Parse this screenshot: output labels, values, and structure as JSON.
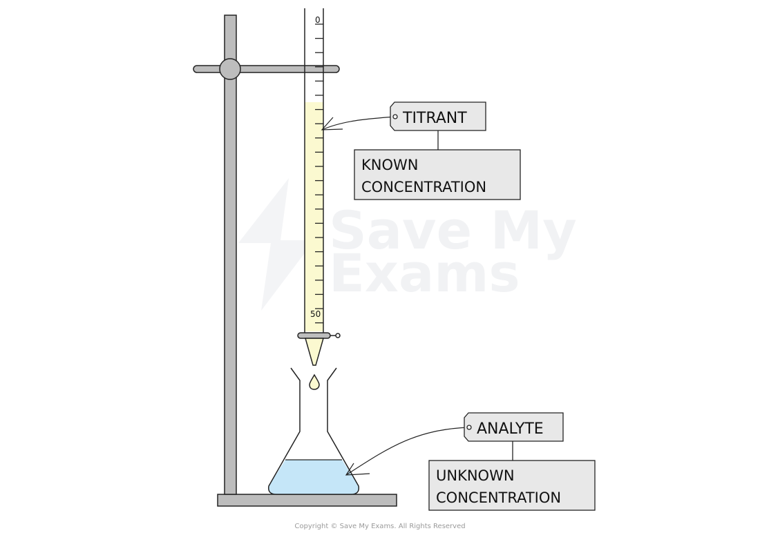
{
  "diagram": {
    "burette": {
      "top_mark": "0",
      "bottom_mark": "50",
      "fill_color": "#fbf9d0"
    },
    "flask": {
      "liquid_color": "#c5e6f8"
    },
    "stand_color": "#bdbdbd",
    "titrant": {
      "tag": "TITRANT",
      "desc_line1": "KNOWN",
      "desc_line2": "CONCENTRATION"
    },
    "analyte": {
      "tag": "ANALYTE",
      "desc_line1": "UNKNOWN",
      "desc_line2": "CONCENTRATION"
    },
    "label_box_color": "#e8e8e8",
    "watermark": {
      "line1": "Save My",
      "line2": "Exams"
    },
    "copyright": "Copyright © Save My Exams. All Rights Reserved"
  }
}
